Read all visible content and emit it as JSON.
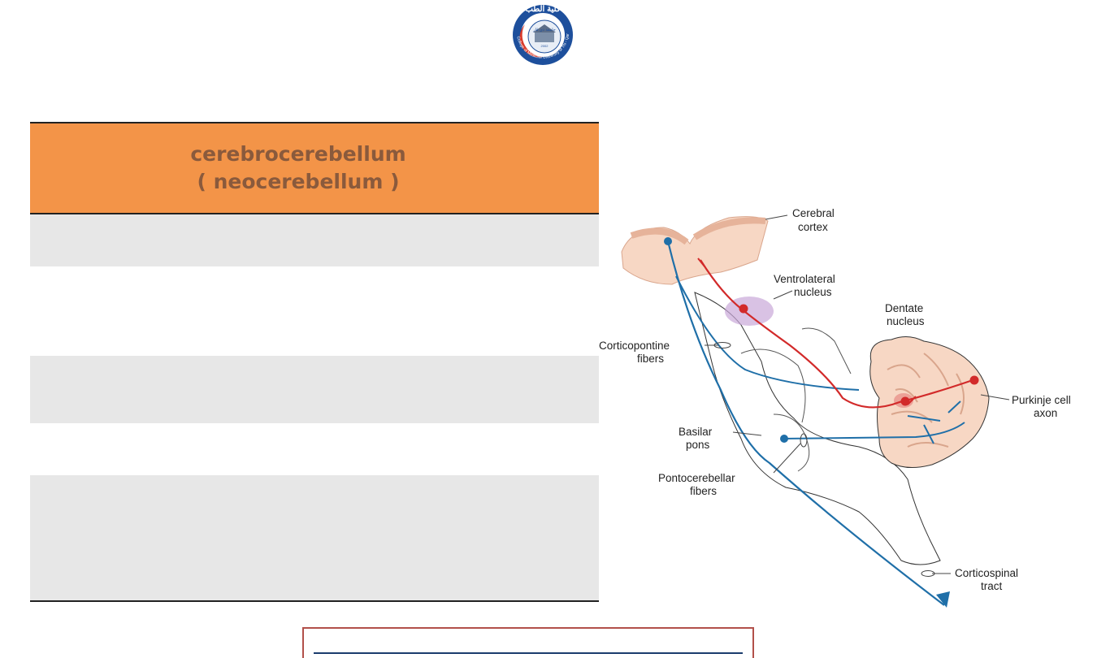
{
  "logo": {
    "arabic_top": "كلية الطب",
    "arabic_inner": "جامعة ذي قار",
    "year": "2002",
    "ring_text": "College of Medicine University of Thi - Qar"
  },
  "table": {
    "header_line1": "cerebrocerebellum",
    "header_line2": "( neocerebellum )",
    "rows": [
      "",
      "",
      "",
      "",
      ""
    ]
  },
  "diagram": {
    "labels": {
      "cerebral_cortex_1": "Cerebral",
      "cerebral_cortex_2": "cortex",
      "ventrolateral_1": "Ventrolateral",
      "ventrolateral_2": "nucleus",
      "dentate_1": "Dentate",
      "dentate_2": "nucleus",
      "corticopontine_1": "Corticopontine",
      "corticopontine_2": "fibers",
      "purkinje_1": "Purkinje cell",
      "purkinje_2": "axon",
      "basilar_1": "Basilar",
      "basilar_2": "pons",
      "pontocerebellar_1": "Pontocerebellar",
      "pontocerebellar_2": "fibers",
      "corticospinal_1": "Corticospinal",
      "corticospinal_2": "tract"
    },
    "colors": {
      "blue_pathway": "#1f6fa8",
      "red_pathway": "#d22a2a",
      "tissue": "#f7d7c4",
      "thalamus": "#c9a8d9"
    }
  },
  "footer": {
    "text": ""
  }
}
